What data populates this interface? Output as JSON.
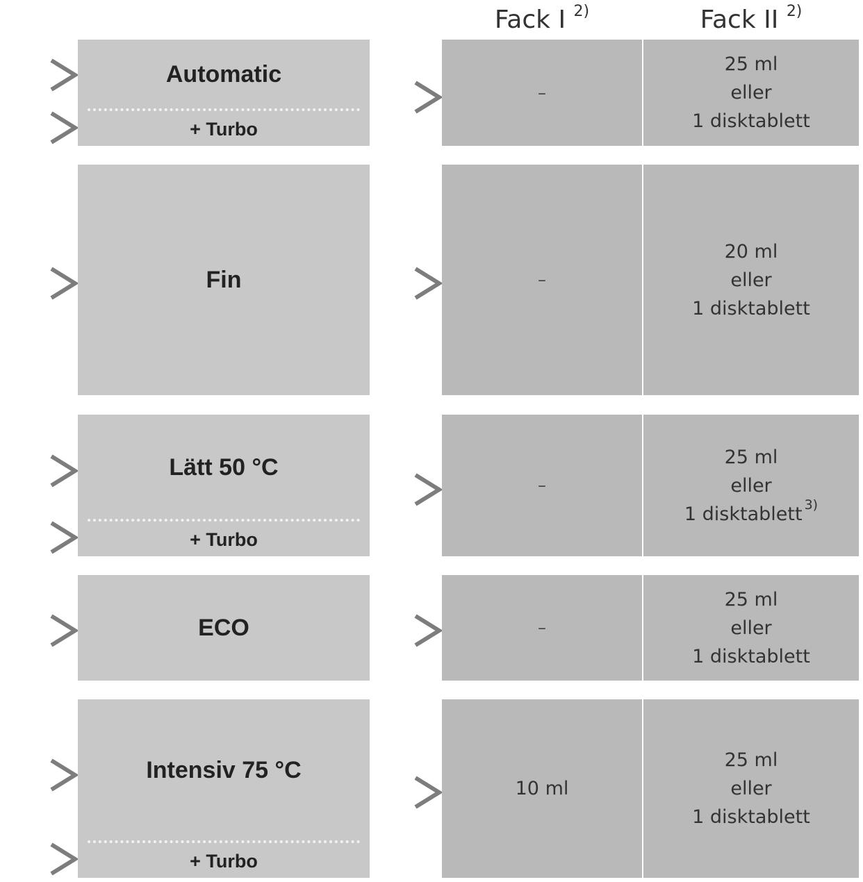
{
  "headers": {
    "fack1": "Fack I",
    "fack1_note": "2)",
    "fack2": "Fack II",
    "fack2_note": "2)"
  },
  "rows": [
    {
      "program": "Automatic",
      "option": "+ Turbo",
      "fack1": "–",
      "fack2": {
        "amount": "25 ml",
        "or": "eller",
        "tablet": "1 disktablett",
        "note": ""
      }
    },
    {
      "program": "Fin",
      "fack1": "–",
      "fack2": {
        "amount": "20 ml",
        "or": "eller",
        "tablet": "1 disktablett",
        "note": ""
      }
    },
    {
      "program": "Lätt 50 °C",
      "option": "+ Turbo",
      "fack1": "–",
      "fack2": {
        "amount": "25 ml",
        "or": "eller",
        "tablet": "1 disktablett",
        "note": "3)"
      }
    },
    {
      "program": "ECO",
      "fack1": "–",
      "fack2": {
        "amount": "25 ml",
        "or": "eller",
        "tablet": "1 disktablett",
        "note": ""
      }
    },
    {
      "program": "Intensiv 75 °C",
      "option": "+ Turbo",
      "fack1": "10 ml",
      "fack2": {
        "amount": "25 ml",
        "or": "eller",
        "tablet": "1 disktablett",
        "note": ""
      }
    }
  ],
  "colors": {
    "program_box": "#c8c8c8",
    "dose_cell": "#b9b9b9",
    "arrow": "#8a8a8a"
  }
}
